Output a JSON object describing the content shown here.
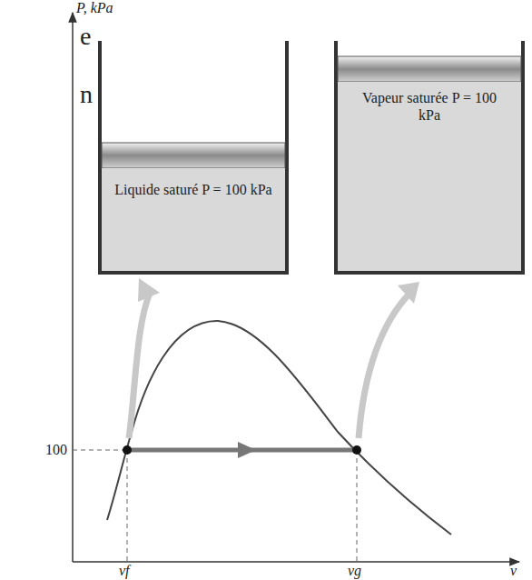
{
  "diagram": {
    "nodes": [
      {
        "text": [
          "Liquide saturé P = 100 kPa"
        ]
      },
      {
        "text": [
          "Vapeur saturée P = 100 kPa"
        ]
      }
    ],
    "labels": [
      "P, kPa",
      "e",
      "n",
      "100",
      "vf",
      "vg",
      "v"
    ]
  }
}
